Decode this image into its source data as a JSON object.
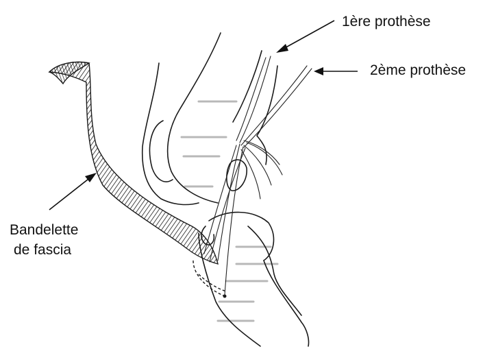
{
  "labels": {
    "first_prosthesis": "1ère prothèse",
    "second_prosthesis": "2ème prothèse",
    "fascia_strip_line1": "Bandelette",
    "fascia_strip_line2": "de fascia"
  },
  "colors": {
    "ink": "#1a1a1a",
    "background": "#ffffff"
  }
}
